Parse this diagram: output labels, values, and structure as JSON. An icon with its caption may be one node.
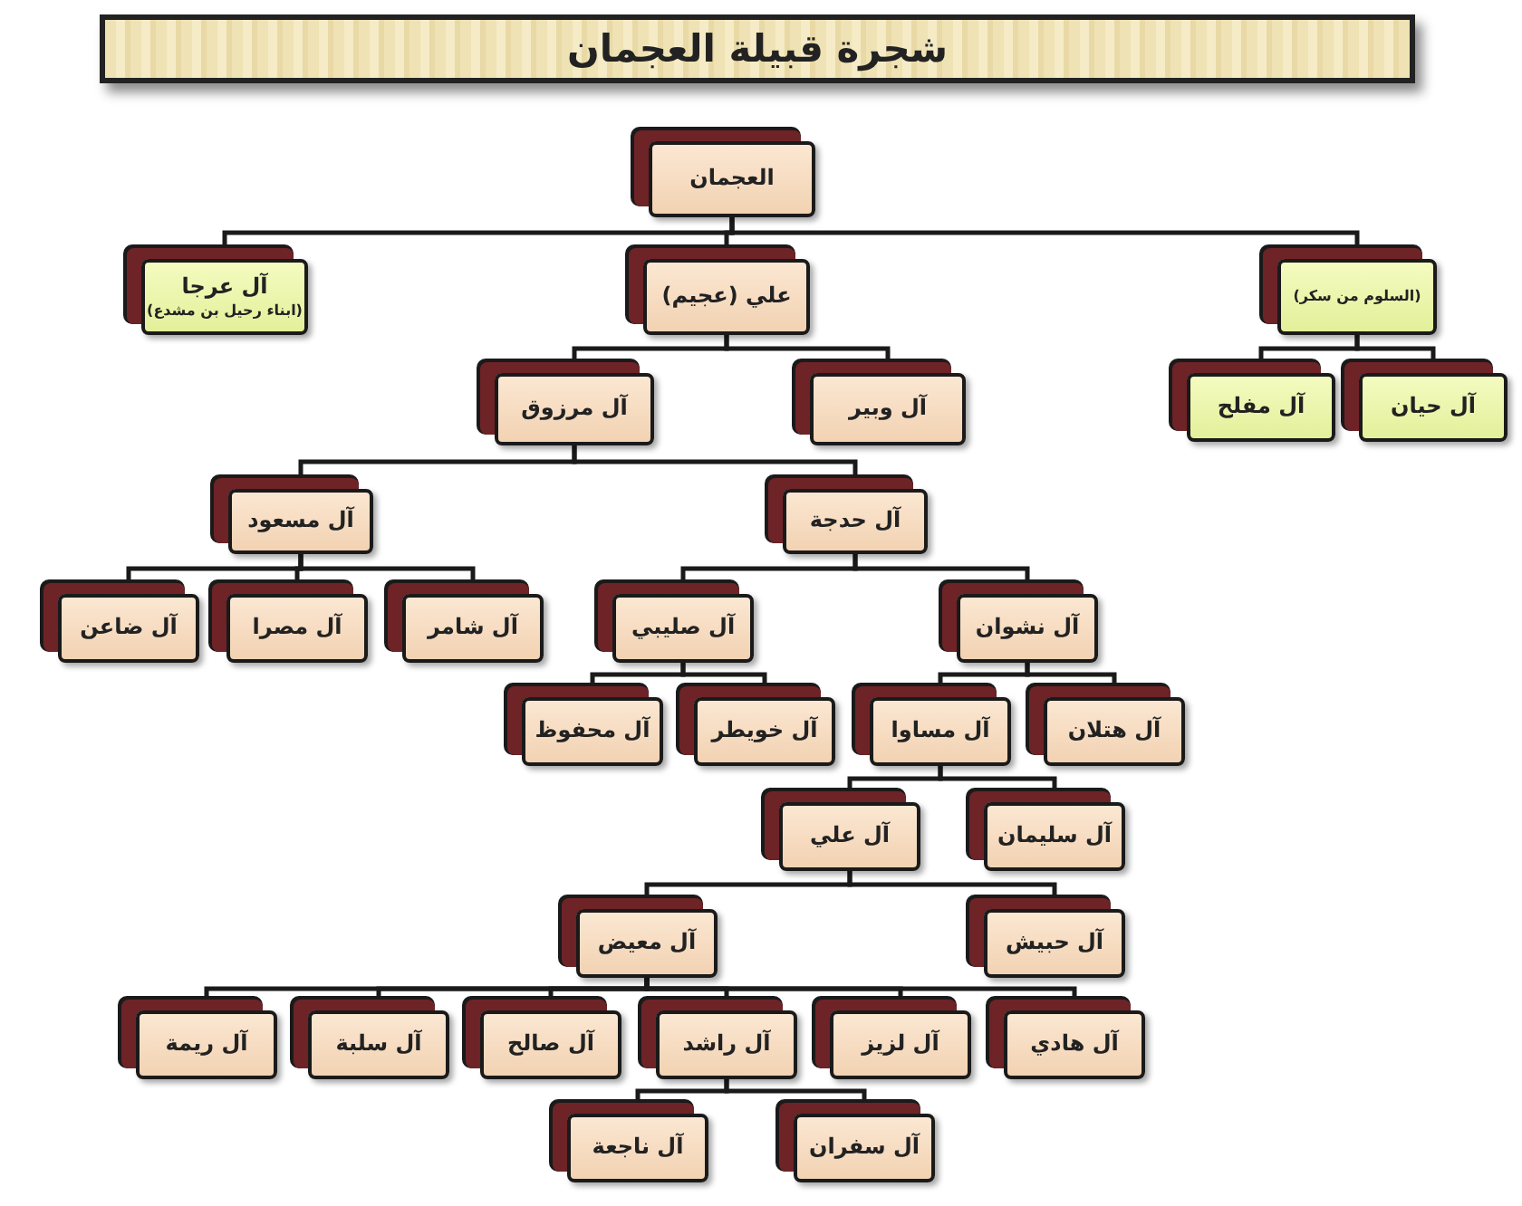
{
  "diagram": {
    "title": "شجرة قبيلة العجمان",
    "nodes": [
      {
        "text": [
          "العجمان"
        ]
      },
      {
        "text": [
          "آل عرجا",
          "(ابناء رحيل بن مشدع)"
        ]
      },
      {
        "text": [
          "علي (عجيم)"
        ]
      },
      {
        "text": [
          "(السلوم من سكر)"
        ]
      },
      {
        "text": [
          "آل مرزوق"
        ]
      },
      {
        "text": [
          "آل وبير"
        ]
      },
      {
        "text": [
          "آل مفلح"
        ]
      },
      {
        "text": [
          "آل حيان"
        ]
      },
      {
        "text": [
          "آل مسعود"
        ]
      },
      {
        "text": [
          "آل حدجة"
        ]
      },
      {
        "text": [
          "آل ضاعن"
        ]
      },
      {
        "text": [
          "آل مصرا"
        ]
      },
      {
        "text": [
          "آل شامر"
        ]
      },
      {
        "text": [
          "آل صليبي"
        ]
      },
      {
        "text": [
          "آل نشوان"
        ]
      },
      {
        "text": [
          "آل محفوظ"
        ]
      },
      {
        "text": [
          "آل خويطر"
        ]
      },
      {
        "text": [
          "آل مساوا"
        ]
      },
      {
        "text": [
          "آل هتلان"
        ]
      },
      {
        "text": [
          "آل علي"
        ]
      },
      {
        "text": [
          "آل سليمان"
        ]
      },
      {
        "text": [
          "آل معيض"
        ]
      },
      {
        "text": [
          "آل حبيش"
        ]
      },
      {
        "text": [
          "آل ريمة"
        ]
      },
      {
        "text": [
          "آل سلبة"
        ]
      },
      {
        "text": [
          "آل صالح"
        ]
      },
      {
        "text": [
          "آل راشد"
        ]
      },
      {
        "text": [
          "آل لزيز"
        ]
      },
      {
        "text": [
          "آل هادي"
        ]
      },
      {
        "text": [
          "آل ناجعة"
        ]
      },
      {
        "text": [
          "آل سفران"
        ]
      }
    ],
    "edges": [
      {
        "from": 0,
        "to": 1,
        "arrow": "none"
      },
      {
        "from": 0,
        "to": 2,
        "arrow": "none"
      },
      {
        "from": 0,
        "to": 3,
        "arrow": "none"
      },
      {
        "from": 2,
        "to": 4,
        "arrow": "none"
      },
      {
        "from": 2,
        "to": 5,
        "arrow": "none"
      },
      {
        "from": 3,
        "to": 6,
        "arrow": "none"
      },
      {
        "from": 3,
        "to": 7,
        "arrow": "none"
      },
      {
        "from": 4,
        "to": 8,
        "arrow": "none"
      },
      {
        "from": 4,
        "to": 9,
        "arrow": "none"
      },
      {
        "from": 8,
        "to": 10,
        "arrow": "none"
      },
      {
        "from": 8,
        "to": 11,
        "arrow": "none"
      },
      {
        "from": 8,
        "to": 12,
        "arrow": "none"
      },
      {
        "from": 9,
        "to": 13,
        "arrow": "none"
      },
      {
        "from": 9,
        "to": 14,
        "arrow": "none"
      },
      {
        "from": 13,
        "to": 15,
        "arrow": "none"
      },
      {
        "from": 13,
        "to": 16,
        "arrow": "none"
      },
      {
        "from": 14,
        "to": 17,
        "arrow": "none"
      },
      {
        "from": 14,
        "to": 18,
        "arrow": "none"
      },
      {
        "from": 17,
        "to": 19,
        "arrow": "none"
      },
      {
        "from": 17,
        "to": 20,
        "arrow": "none"
      },
      {
        "from": 19,
        "to": 21,
        "arrow": "none"
      },
      {
        "from": 19,
        "to": 22,
        "arrow": "none"
      },
      {
        "from": 21,
        "to": 23,
        "arrow": "none"
      },
      {
        "from": 21,
        "to": 24,
        "arrow": "none"
      },
      {
        "from": 21,
        "to": 25,
        "arrow": "none"
      },
      {
        "from": 21,
        "to": 26,
        "arrow": "none"
      },
      {
        "from": 21,
        "to": 27,
        "arrow": "none"
      },
      {
        "from": 21,
        "to": 28,
        "arrow": "none"
      },
      {
        "from": 26,
        "to": 29,
        "arrow": "none"
      },
      {
        "from": 26,
        "to": 30,
        "arrow": "none"
      }
    ]
  }
}
